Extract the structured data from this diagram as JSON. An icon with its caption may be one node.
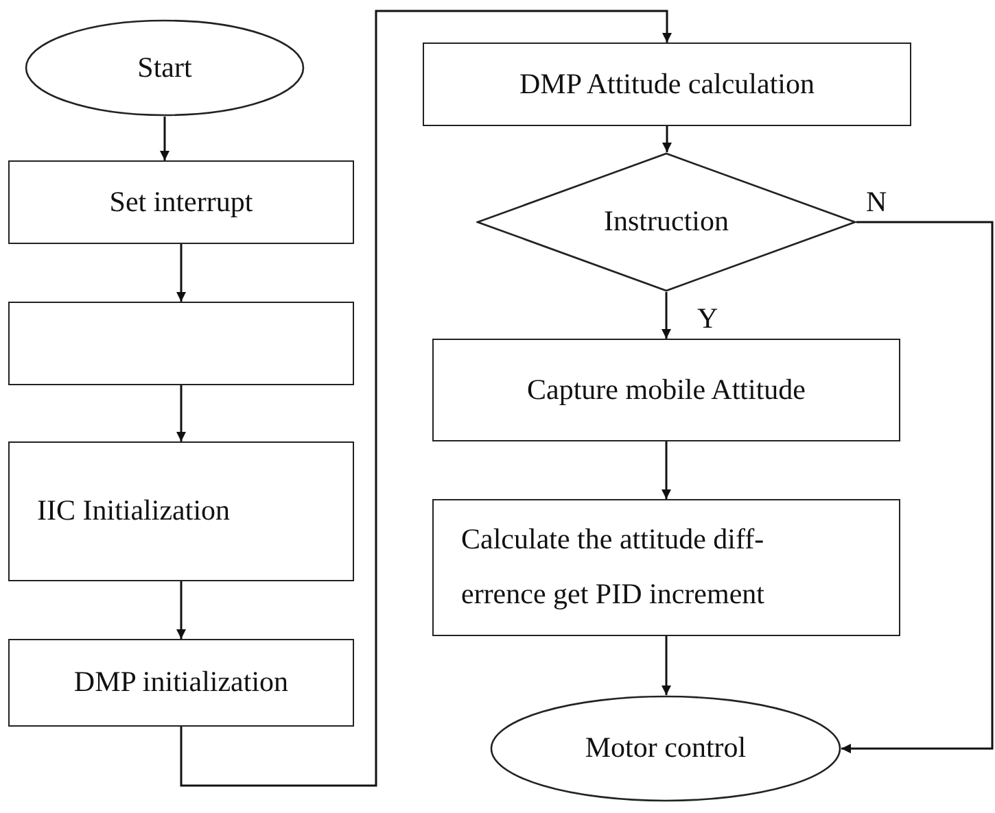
{
  "diagram": {
    "nodes": [
      {
        "text": [
          "Start"
        ]
      },
      {
        "text": [
          "Set interrupt"
        ]
      },
      {
        "text": [],
        "shape": "box"
      },
      {
        "text": [
          "IIC Initialization"
        ]
      },
      {
        "text": [
          "DMP initialization"
        ]
      },
      {
        "text": [
          "DMP Attitude calculation"
        ]
      },
      {
        "text": [
          "Instruction"
        ]
      },
      {
        "text": [
          "Capture mobile Attitude"
        ]
      },
      {
        "text": [
          "Calculate the attitude diff- errence get PID increment"
        ]
      },
      {
        "text": [
          "Motor control"
        ]
      }
    ],
    "edges": [
      {
        "from": 0,
        "to": 1,
        "arrow": "to"
      },
      {
        "from": 1,
        "to": 2,
        "arrow": "to"
      },
      {
        "from": 2,
        "to": 3,
        "arrow": "to"
      },
      {
        "from": 3,
        "to": 4,
        "arrow": "to"
      },
      {
        "from": 4,
        "to": 5,
        "arrow": "to"
      },
      {
        "from": 5,
        "to": 6,
        "arrow": "to"
      },
      {
        "from": 6,
        "to": 7,
        "arrow": "to",
        "label": "Y"
      },
      {
        "from": 6,
        "to": 9,
        "arrow": "to",
        "label": "N"
      },
      {
        "from": 7,
        "to": 8,
        "arrow": "to"
      },
      {
        "from": 8,
        "to": 9,
        "arrow": "to"
      }
    ]
  }
}
